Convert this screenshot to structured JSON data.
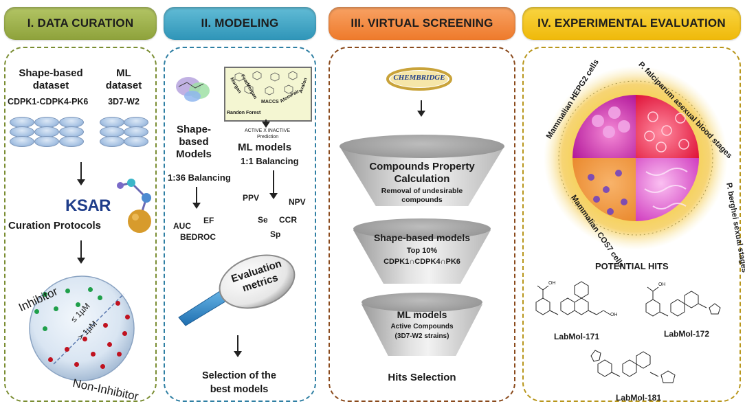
{
  "headers": {
    "data_curation": "I. DATA CURATION",
    "modeling": "II. MODELING",
    "virtual_screening": "III. VIRTUAL SCREENING",
    "experimental_evaluation": "IV. EXPERIMENTAL EVALUATION"
  },
  "colors": {
    "green": "#9aaf49",
    "blue": "#46a9c6",
    "orange": "#f38b3f",
    "yellow": "#f5c518",
    "green_border": "#7a8d32",
    "blue_border": "#2f7fa3",
    "orange_border": "#8a4a1c",
    "yellow_border": "#b8961c"
  },
  "curation": {
    "shape_dataset_line1": "Shape-based",
    "shape_dataset_line2": "dataset",
    "shape_dataset_targets": "CDPK1-CDPK4-PK6",
    "ml_dataset_line1": "ML",
    "ml_dataset_line2": "dataset",
    "ml_dataset_strains": "3D7-W2",
    "ksar_logo": "KSAR",
    "curation_protocols": "Curation  Protocols",
    "inhibitor": "Inhibitor",
    "non_inhibitor": "Non-Inhibitor",
    "threshold_low": "≤ 1µM",
    "threshold_high": "> 1µM"
  },
  "modeling": {
    "fp_labels": [
      "Morgan",
      "FeatMorgan",
      "MACCS",
      "AtomPair",
      "Avalon"
    ],
    "random_forest": "Randon Forest",
    "active_inactive": "ACTIVE X INACTIVE",
    "prediction": "Prediction",
    "shape_models_line1": "Shape-",
    "shape_models_line2": "based",
    "shape_models_line3": "Models",
    "shape_balancing": "1:36 Balancing",
    "ml_models": "ML models",
    "ml_balancing": "1:1 Balancing",
    "auc": "AUC",
    "ef": "EF",
    "bedroc": "BEDROC",
    "ppv": "PPV",
    "npv": "NPV",
    "se": "Se",
    "ccr": "CCR",
    "sp": "Sp",
    "evaluation_line1": "Evaluation",
    "evaluation_line2": "metrics",
    "selection_line1": "Selection of the",
    "selection_line2": "best models"
  },
  "screening": {
    "chembridge_logo": "CHEMBRIDGE",
    "funnel1_title_line1": "Compounds  Property",
    "funnel1_title_line2": "Calculation",
    "funnel1_sub_line1": "Removal of undesirable",
    "funnel1_sub_line2": "compounds",
    "funnel2_title": "Shape-based models",
    "funnel2_sub_line1": "Top 10%",
    "funnel2_sub_line2": "CDPK1∩CDPK4∩PK6",
    "funnel3_title": "ML models",
    "funnel3_sub_line1": "Active Compounds",
    "funnel3_sub_line2": "(3D7-W2 strains)",
    "hits_selection": "Hits Selection"
  },
  "evaluation": {
    "hepg2": "Mammalian HEPG2 cells",
    "falciparum": "P. falciparum asexual blood stages",
    "berghei": "P. berghei sexual stages",
    "cos7": "Mammalian COS7 cells",
    "potential_hits": "POTENTIAL HITS",
    "compounds": [
      "LabMol-171",
      "LabMol-172",
      "LabMol-181"
    ]
  }
}
